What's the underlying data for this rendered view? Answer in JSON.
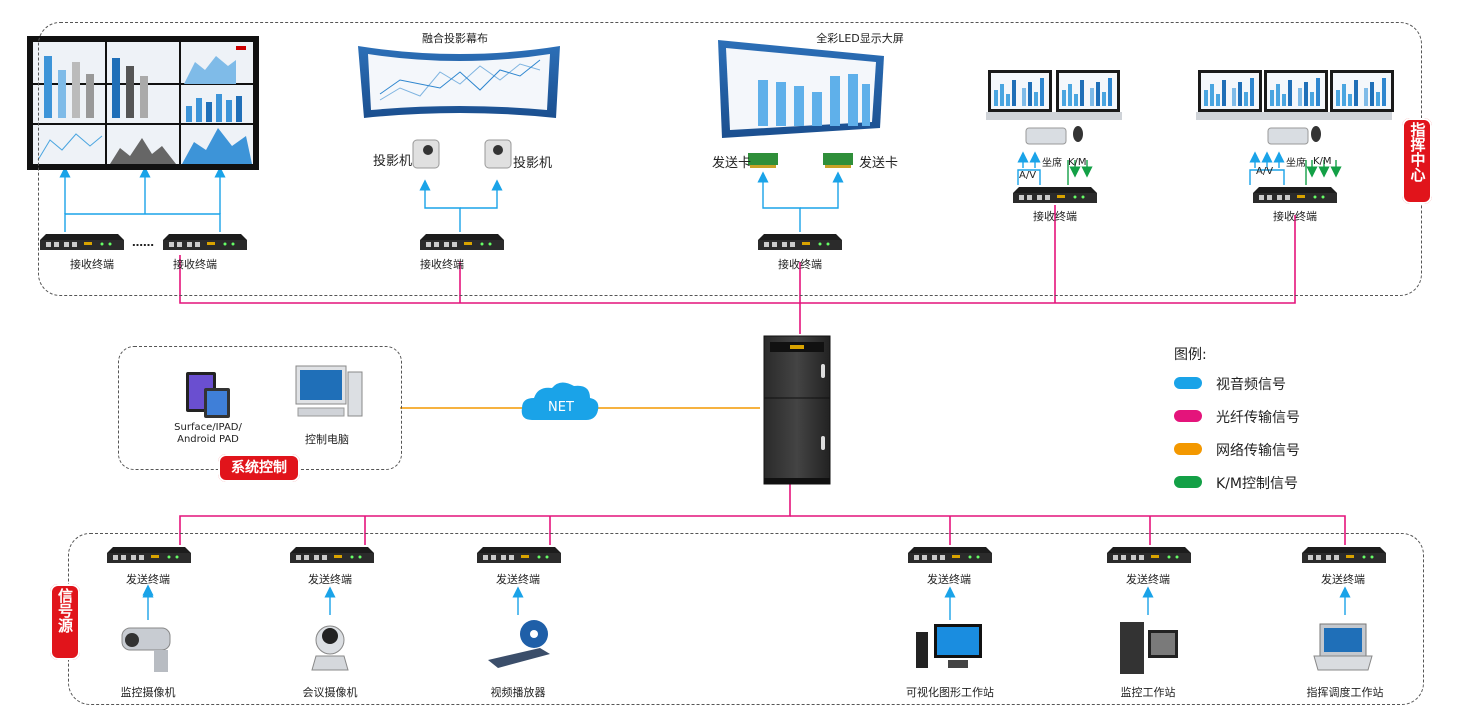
{
  "regions": {
    "command_center": {
      "name": "指挥中心"
    },
    "system_control": {
      "name": "系统控制"
    },
    "signal_source": {
      "name": "信号源"
    }
  },
  "screens": {
    "fusion": "融合投影幕布",
    "led": "全彩LED显示大屏"
  },
  "labels": {
    "receiver": "接收终端",
    "sender": "发送终端",
    "projector": "投影机",
    "send_card": "发送卡",
    "seat": "坐席",
    "av": "A/V",
    "km": "K/M",
    "dots": "……",
    "net": "NET",
    "tablet": "Surface/IPAD/\nAndroid PAD",
    "control_pc": "控制电脑"
  },
  "sources": [
    {
      "name": "监控摄像机"
    },
    {
      "name": "会议摄像机"
    },
    {
      "name": "视频播放器"
    },
    {
      "name": "可视化图形工作站"
    },
    {
      "name": "监控工作站"
    },
    {
      "name": "指挥调度工作站"
    }
  ],
  "legend": {
    "title": "图例:",
    "items": [
      {
        "label": "视音频信号",
        "color": "#1aa3e8"
      },
      {
        "label": "光纤传输信号",
        "color": "#e4147b"
      },
      {
        "label": "网络传输信号",
        "color": "#f39800"
      },
      {
        "label": "K/M控制信号",
        "color": "#13a046"
      }
    ]
  },
  "colors": {
    "av": "#1aa3e8",
    "fiber": "#e4147b",
    "net": "#f39800",
    "km": "#13a046",
    "tag": "#e1141b"
  }
}
